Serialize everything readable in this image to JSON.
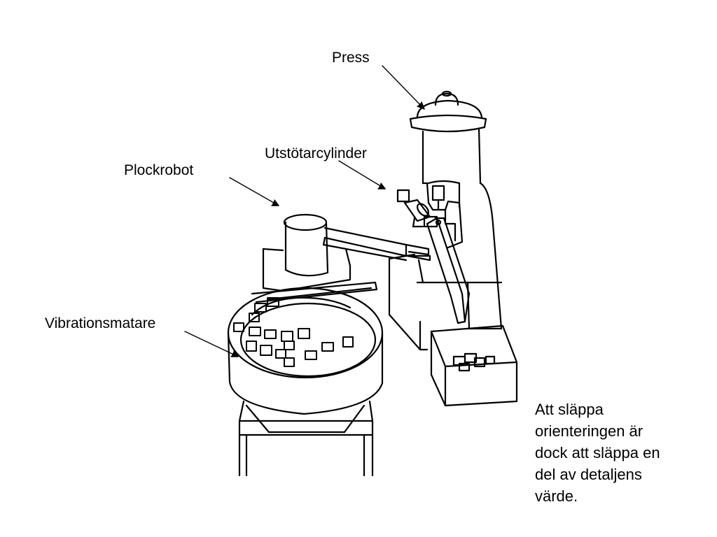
{
  "labels": {
    "press": "Press",
    "ejector_cylinder": "Utstötarcylinder",
    "pick_robot": "Plockrobot",
    "vibration_feeder": "Vibrationsmatare"
  },
  "note": {
    "lines": [
      "Att släppa",
      "orienteringen är",
      "dock att släppa en",
      "del av detaljens",
      "värde."
    ]
  },
  "colors": {
    "ink": "#000000",
    "paper": "#ffffff"
  }
}
